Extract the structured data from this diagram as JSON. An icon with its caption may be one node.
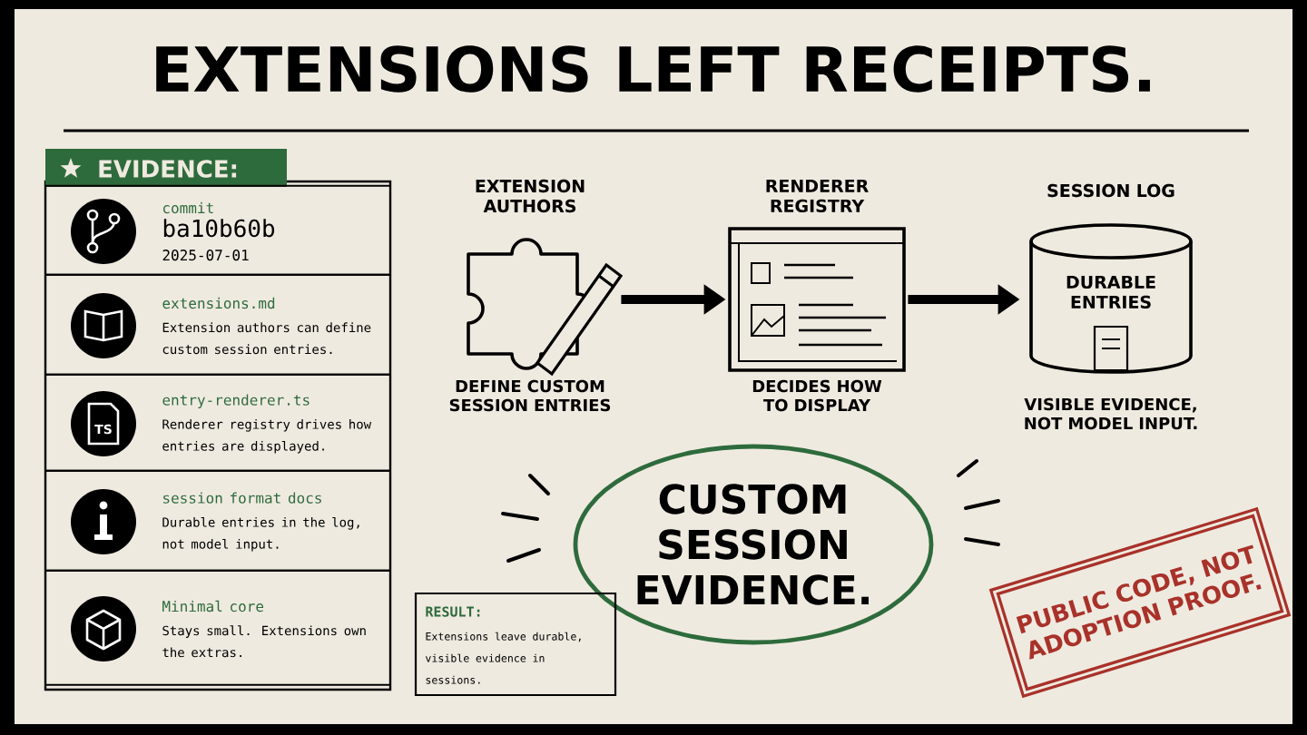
{
  "diagram": {
    "title": "EXTENSIONS LEFT RECEIPTS.",
    "nodes": [
      {
        "text": [
          "EVIDENCE:"
        ]
      },
      {
        "text": [
          "commit",
          "ba10b60b",
          "2025-07-01"
        ],
        "in": 0
      },
      {
        "text": [
          "extensions.md",
          "Extension authors can define custom session entries."
        ],
        "in": 0
      },
      {
        "text": [
          "entry-renderer.ts",
          "Renderer registry drives how entries are displayed."
        ],
        "in": 0
      },
      {
        "text": [
          "session format docs",
          "Durable entries in the log, not model input."
        ],
        "in": 0
      },
      {
        "text": [
          "Minimal core",
          "Stays small. Extensions own the extras."
        ],
        "in": 0
      },
      {
        "text": [
          "EXTENSION AUTHORS"
        ],
        "beside": [
          "DEFINE CUSTOM SESSION ENTRIES"
        ]
      },
      {
        "text": [
          "RENDERER REGISTRY"
        ],
        "beside": [
          "DECIDES HOW TO DISPLAY"
        ]
      },
      {
        "text": [
          "SESSION LOG",
          "DURABLE ENTRIES"
        ],
        "beside": [
          "VISIBLE EVIDENCE, NOT MODEL INPUT."
        ]
      },
      {
        "text": [
          "CUSTOM SESSION EVIDENCE."
        ]
      },
      {
        "text": [
          "RESULT:",
          "Extensions leave durable, visible evidence in sessions."
        ]
      },
      {
        "text": [
          "PUBLIC CODE, NOT ADOPTION PROOF."
        ]
      }
    ],
    "edges": [
      {
        "from": 6,
        "to": 7,
        "arrow": "to"
      },
      {
        "from": 7,
        "to": 8,
        "arrow": "to"
      }
    ],
    "labels": [
      "TS"
    ]
  }
}
